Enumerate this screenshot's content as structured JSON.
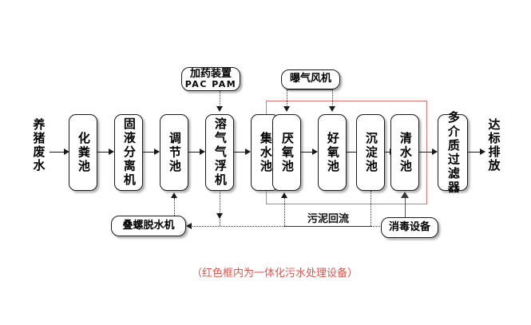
{
  "diagram": {
    "title_caption": "（红色框内为一体化污水处理设备）",
    "caption_color": "#e0554f",
    "red_box_color": "#e8736e",
    "input_label": "养猪废水",
    "output_label": "达标排放",
    "process_boxes": [
      {
        "label": "化粪池"
      },
      {
        "label": "固液分离机"
      },
      {
        "label": "调节池"
      },
      {
        "label": "溶气气浮机"
      },
      {
        "label": "集水池"
      },
      {
        "label": "厌氧池"
      },
      {
        "label": "好氧池"
      },
      {
        "label": "沉淀池"
      },
      {
        "label": "清水池"
      },
      {
        "label": "多介质过滤器"
      }
    ],
    "aux_boxes": {
      "dosing": {
        "label": "加药装置",
        "sub": "PAC  PAM"
      },
      "blower": {
        "label": "曝气风机"
      },
      "dewater": {
        "label": "叠螺脱水机"
      },
      "disinfect": {
        "label": "消毒设备"
      }
    },
    "flow_labels": {
      "sludge_return": "污泥回流"
    }
  }
}
